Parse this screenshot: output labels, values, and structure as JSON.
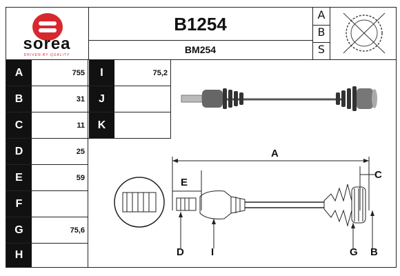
{
  "brand": {
    "name": "sorea",
    "tagline": "DRIVEN BY QUALITY",
    "logo_color": "#d7282f"
  },
  "header": {
    "part_number": "B1254",
    "ref_code": "BM254",
    "abs_letters": [
      "A",
      "B",
      "S"
    ]
  },
  "specs": {
    "A": "755",
    "B": "31",
    "C": "11",
    "D": "25",
    "E": "59",
    "F": "",
    "G": "75,6",
    "H": "",
    "I": "75,2",
    "J": "",
    "K": ""
  },
  "diagram": {
    "labels": {
      "A": "A",
      "B": "B",
      "C": "C",
      "D": "D",
      "E": "E",
      "G": "G",
      "I": "I"
    }
  }
}
